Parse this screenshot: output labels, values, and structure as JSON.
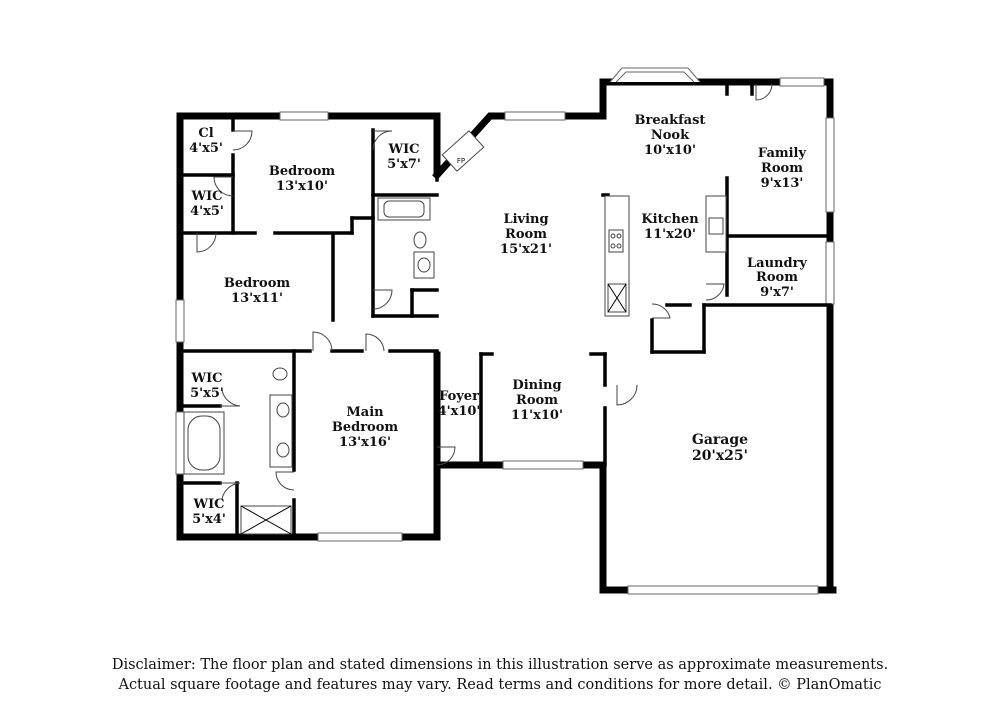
{
  "rooms": {
    "closet": {
      "name": "Cl",
      "dim": "4'x5'"
    },
    "bedroom_top": {
      "name": "Bedroom",
      "dim": "13'x10'"
    },
    "wic_top": {
      "name": "WIC",
      "dim": "5'x7'"
    },
    "wic_left": {
      "name": "WIC",
      "dim": "4'x5'"
    },
    "bedroom_mid": {
      "name": "Bedroom",
      "dim": "13'x11'"
    },
    "living": {
      "name1": "Living",
      "name2": "Room",
      "dim": "15'x21'"
    },
    "breakfast": {
      "name1": "Breakfast",
      "name2": "Nook",
      "dim": "10'x10'"
    },
    "family": {
      "name1": "Family",
      "name2": "Room",
      "dim": "9'x13'"
    },
    "kitchen": {
      "name": "Kitchen",
      "dim": "11'x20'"
    },
    "laundry": {
      "name1": "Laundry",
      "name2": "Room",
      "dim": "9'x7'"
    },
    "wic_bath1": {
      "name": "WIC",
      "dim": "5'x5'"
    },
    "main_bedroom": {
      "name1": "Main",
      "name2": "Bedroom",
      "dim": "13'x16'"
    },
    "foyer": {
      "name": "Foyer",
      "dim": "4'x10'"
    },
    "dining": {
      "name1": "Dining",
      "name2": "Room",
      "dim": "11'x10'"
    },
    "garage": {
      "name": "Garage",
      "dim": "20'x25'"
    },
    "wic_bath2": {
      "name": "WIC",
      "dim": "5'x4'"
    },
    "fireplace": {
      "name": "FP"
    }
  },
  "disclaimer": {
    "line1": "Disclaimer: The floor plan and stated dimensions in this illustration serve as approximate measurements.",
    "line2": "Actual square footage and features may vary. Read terms and conditions for more detail. © PlanOmatic"
  }
}
